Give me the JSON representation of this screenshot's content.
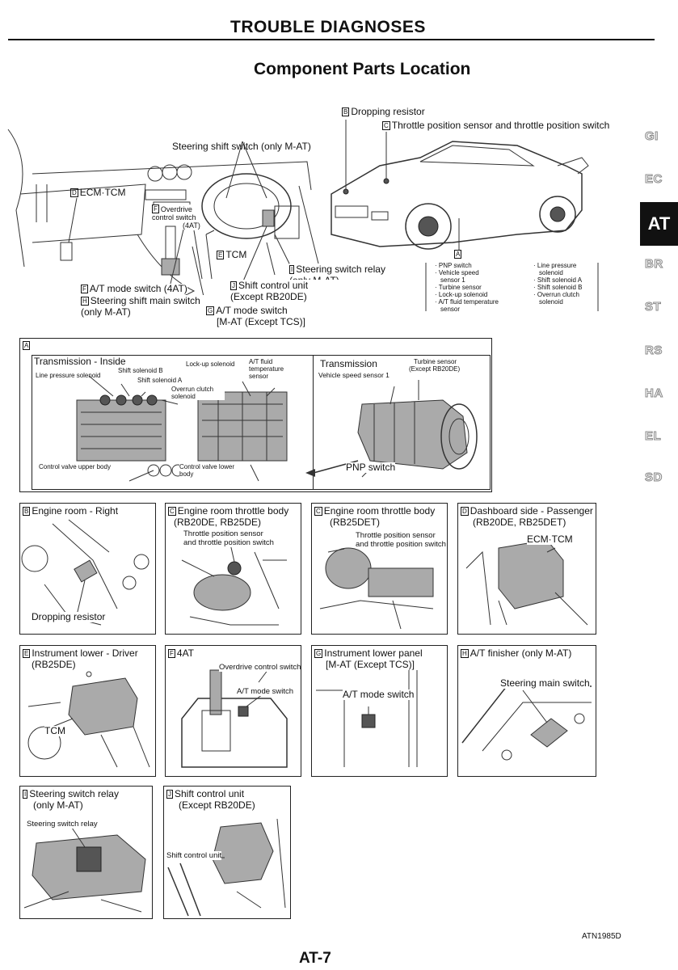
{
  "header": {
    "section_title": "TROUBLE DIAGNOSES",
    "page_title": "Component Parts Location"
  },
  "sidebar": {
    "tabs": [
      "GI",
      "EC",
      "AT",
      "BR",
      "ST",
      "RS",
      "HA",
      "EL",
      "SD"
    ],
    "active_tab": "AT"
  },
  "overview": {
    "dashboard_labels": {
      "steering_shift_switch": "Steering shift switch (only M-AT)",
      "ecm_tcm": "ECM·TCM",
      "overdrive_control_switch": "Overdrive control switch",
      "overdrive_4at": "(4AT)",
      "tcm": "TCM",
      "steering_switch_relay": "Steering switch relay (only M-AT)",
      "at_mode_switch_4at": "A/T mode switch (4AT)",
      "shift_control_unit": "Shift control unit (Except RB20DE)",
      "steering_shift_main_switch": "Steering shift main switch (only M-AT)",
      "at_mode_switch_mat": "A/T mode switch",
      "at_mode_switch_mat_note": "[M-AT (Except TCS)]"
    },
    "letters": {
      "A": "A",
      "B": "B",
      "C": "C",
      "D": "D",
      "E": "E",
      "F": "F",
      "G": "G",
      "H": "H",
      "I": "I",
      "J": "J"
    },
    "car_labels": {
      "dropping_resistor": "Dropping resistor",
      "throttle_position": "Throttle position sensor and throttle position switch"
    },
    "sensor_list_left": [
      "· PNP switch",
      "· Vehicle speed",
      "sensor 1",
      "· Turbine sensor",
      "· Lock-up solenoid",
      "· A/T fluid temperature",
      "sensor"
    ],
    "sensor_list_right": [
      "· Line pressure",
      "solenoid",
      "· Shift solenoid A",
      "· Shift solenoid B",
      "· Overrun clutch",
      "solenoid"
    ]
  },
  "panel_a": {
    "letter": "A",
    "inside": {
      "title": "Transmission - Inside",
      "shift_solenoid_b": "Shift solenoid B",
      "line_pressure_solenoid": "Line pressure solenoid",
      "shift_solenoid_a": "Shift solenoid A",
      "lockup_solenoid": "Lock-up solenoid",
      "fluid_temp": "A/T fluid temperature sensor",
      "overrun_clutch": "Overrun clutch solenoid",
      "cv_upper": "Control valve upper body",
      "cv_lower": "Control valve lower body"
    },
    "outside": {
      "title": "Transmission",
      "vss": "Vehicle speed sensor 1",
      "turbine": "Turbine sensor",
      "turbine_note": "(Except RB20DE)",
      "pnp": "PNP switch"
    }
  },
  "panels": [
    {
      "letter": "B",
      "title": "Engine room - Right",
      "subtitle": "",
      "labels": [
        "Dropping resistor"
      ]
    },
    {
      "letter": "C",
      "title": "Engine room throttle body",
      "subtitle": "(RB20DE, RB25DE)",
      "labels": [
        "Throttle position sensor",
        "and throttle position switch"
      ]
    },
    {
      "letter": "C",
      "title": "Engine room throttle body",
      "subtitle": "(RB25DET)",
      "labels": [
        "Throttle position sensor",
        "and throttle position switch"
      ]
    },
    {
      "letter": "D",
      "title": "Dashboard side - Passenger",
      "subtitle": "(RB20DE, RB25DET)",
      "labels": [
        "ECM·TCM"
      ]
    },
    {
      "letter": "E",
      "title": "Instrument lower - Driver",
      "subtitle": "(RB25DE)",
      "labels": [
        "TCM"
      ]
    },
    {
      "letter": "F",
      "title": "4AT",
      "subtitle": "",
      "labels": [
        "Overdrive control switch",
        "A/T mode switch"
      ]
    },
    {
      "letter": "G",
      "title": "Instrument lower panel",
      "subtitle": "[M-AT (Except TCS)]",
      "labels": [
        "A/T mode switch"
      ]
    },
    {
      "letter": "H",
      "title": "A/T finisher (only M-AT)",
      "subtitle": "",
      "labels": [
        "Steering main switch"
      ]
    },
    {
      "letter": "I",
      "title": "Steering switch relay",
      "subtitle": "(only M-AT)",
      "labels": [
        "Steering switch relay"
      ]
    },
    {
      "letter": "J",
      "title": "Shift control unit",
      "subtitle": "(Except RB20DE)",
      "labels": [
        "Shift control unit"
      ]
    }
  ],
  "footer": {
    "code": "ATN1985D",
    "page": "AT-7"
  }
}
